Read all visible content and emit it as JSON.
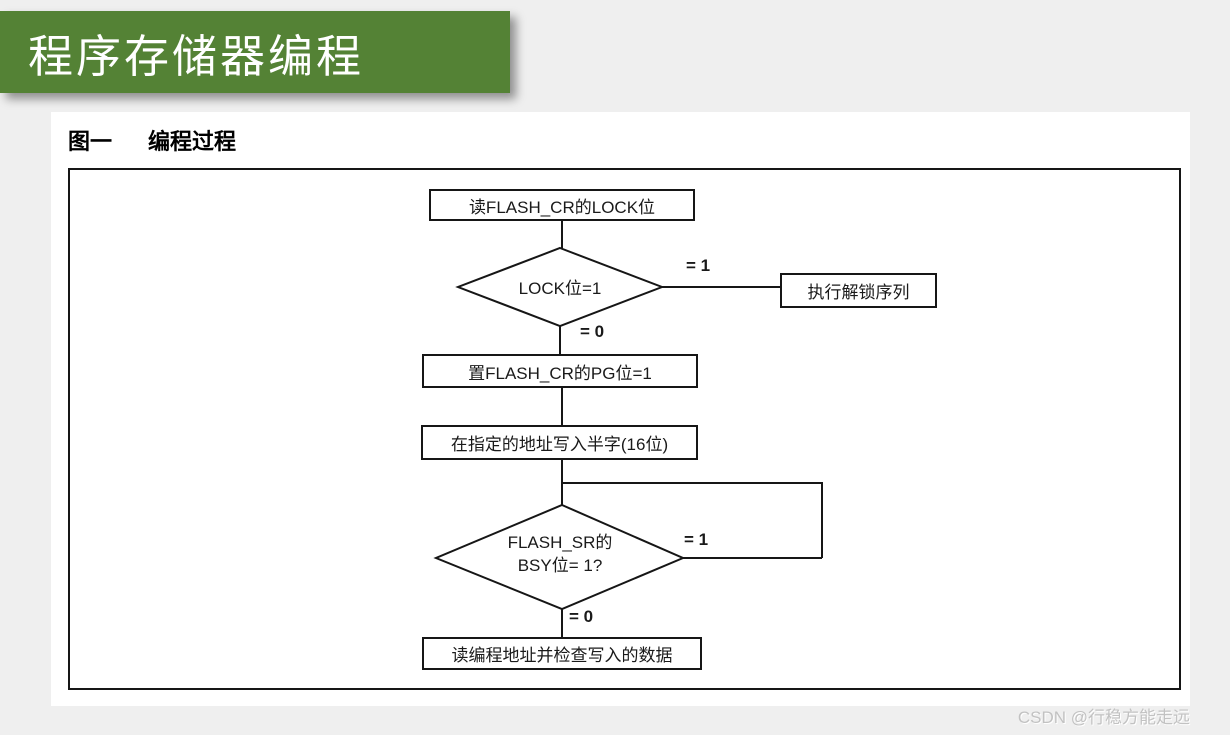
{
  "banner": {
    "title": "程序存储器编程",
    "bg_color": "#548235",
    "text_color": "#ffffff"
  },
  "figure": {
    "label": "图一",
    "title": "编程过程"
  },
  "flowchart": {
    "box_read_lock": "读FLASH_CR的LOCK位",
    "diamond_lock": "LOCK位=1",
    "label_lock_eq1": "= 1",
    "box_unlock": "执行解锁序列",
    "label_lock_eq0": "= 0",
    "box_set_pg": "置FLASH_CR的PG位=1",
    "box_write_halfword": "在指定的地址写入半字(16位)",
    "diamond_bsy_line1": "FLASH_SR的",
    "diamond_bsy_line2": "BSY位= 1?",
    "label_bsy_eq1": "= 1",
    "label_bsy_eq0": "= 0",
    "box_verify": "读编程地址并检查写入的数据"
  },
  "watermark": {
    "text": "CSDN @行稳方能走远"
  }
}
